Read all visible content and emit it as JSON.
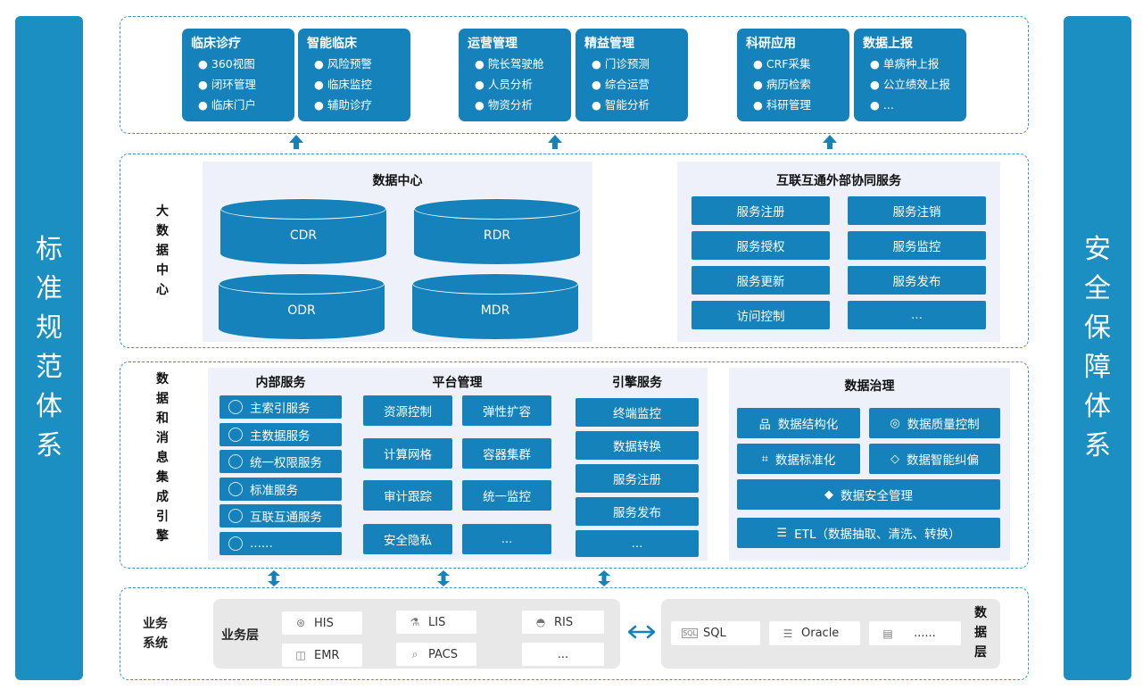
{
  "left_sidebar": {
    "chars": [
      "标",
      "准",
      "规",
      "范",
      "体",
      "系"
    ]
  },
  "right_sidebar": {
    "chars": [
      "安",
      "全",
      "保",
      "障",
      "体",
      "系"
    ]
  },
  "apps": [
    {
      "title": "临床诊疗",
      "items": [
        "● 360视图",
        "● 闭环管理",
        "● 临床门户"
      ]
    },
    {
      "title": "智能临床",
      "items": [
        "● 风险预警",
        "● 临床监控",
        "● 辅助诊疗"
      ]
    },
    {
      "title": "运营管理",
      "items": [
        "● 院长驾驶舱",
        "● 人员分析",
        "● 物资分析"
      ]
    },
    {
      "title": "精益管理",
      "items": [
        "● 门诊预测",
        "● 综合运营",
        "● 智能分析"
      ]
    },
    {
      "title": "科研应用",
      "items": [
        "● CRF采集",
        "● 病历检索",
        "● 科研管理"
      ]
    },
    {
      "title": "数据上报",
      "items": [
        "● 单病种上报",
        "● 公立绩效上报",
        "● ..."
      ]
    }
  ],
  "bigdata": {
    "label_chars": [
      "大",
      "数",
      "据",
      "中",
      "心"
    ],
    "center_title": "数据中心",
    "cylinders": [
      "CDR",
      "RDR",
      "ODR",
      "MDR"
    ],
    "ext_title": "互联互通外部协同服务",
    "ext_services": [
      "服务注册",
      "服务注销",
      "服务授权",
      "服务监控",
      "服务更新",
      "服务发布",
      "访问控制",
      "..."
    ]
  },
  "integration": {
    "label_chars": [
      "数",
      "据",
      "和",
      "消",
      "息",
      "集",
      "成",
      "引",
      "擎"
    ],
    "internal_title": "内部服务",
    "internal_items": [
      "主索引服务",
      "主数据服务",
      "统一权限服务",
      "标准服务",
      "互联互通服务",
      "......"
    ],
    "platform_title": "平台管理",
    "platform_items": [
      "资源控制",
      "弹性扩容",
      "计算网格",
      "容器集群",
      "审计跟踪",
      "统一监控",
      "安全隐私",
      "..."
    ],
    "engine_title": "引擎服务",
    "engine_items": [
      "终端监控",
      "数据转换",
      "服务注册",
      "服务发布",
      "..."
    ],
    "governance_title": "数据治理",
    "governance_items": [
      "数据结构化",
      "数据质量控制",
      "数据标准化",
      "数据智能纠偏"
    ],
    "security_mgmt": "数据安全管理",
    "etl": "ETL（数据抽取、清洗、转换）"
  },
  "business": {
    "label_chars": [
      "业务",
      "系统"
    ],
    "layer_label": "业务层",
    "systems": [
      "HIS",
      "LIS",
      "RIS",
      "EMR",
      "PACS",
      "..."
    ],
    "data_systems": [
      "SQL",
      "Oracle",
      "......"
    ],
    "data_layer_chars": [
      "数",
      "据",
      "层"
    ]
  },
  "colors": {
    "primary": "#1582bc",
    "sidebar": "#1b8ec2",
    "panel": "#eef1fa",
    "dashed": "#3b95c9"
  }
}
